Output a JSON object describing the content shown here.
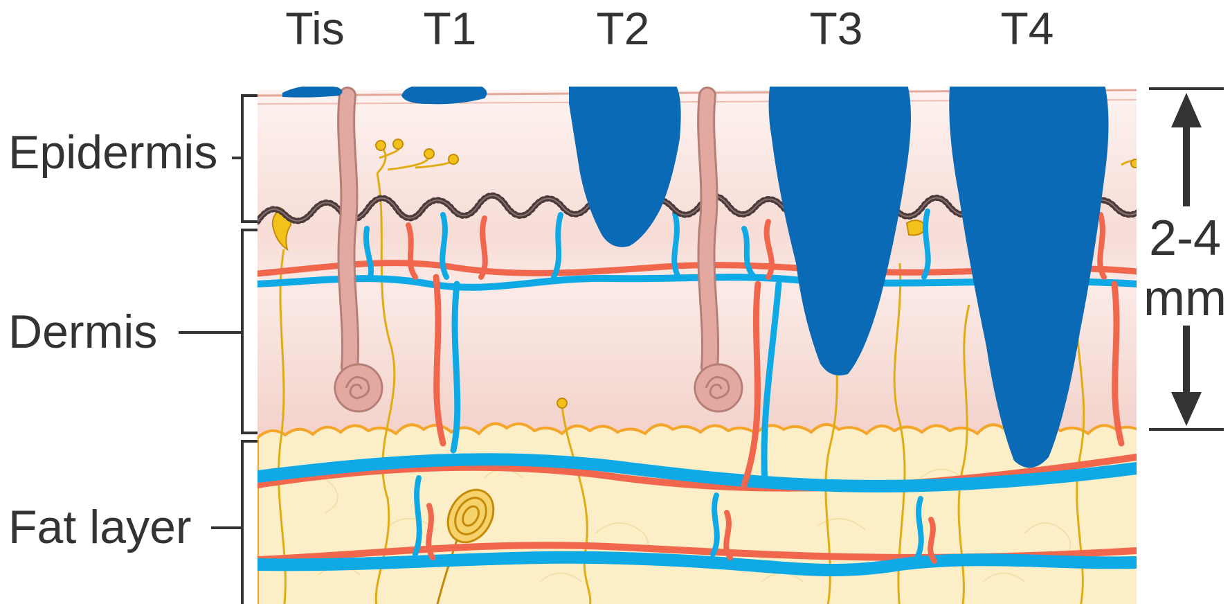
{
  "stages": [
    "Tis",
    "T1",
    "T2",
    "T3",
    "T4"
  ],
  "layers": {
    "epidermis": "Epidermis",
    "dermis": "Dermis",
    "fat": "Fat layer"
  },
  "measurement": {
    "value": "2-4",
    "unit": "mm"
  },
  "colors": {
    "tumor": "#0b6ab5",
    "vein": "#0fa9e6",
    "artery": "#f1674e",
    "nerve": "#f2c21a",
    "hair": "#e3a9a0",
    "fat": "#fcefc8",
    "fat_edge": "#f4a52a",
    "skin": "#f4d8d2",
    "text": "#333333"
  }
}
